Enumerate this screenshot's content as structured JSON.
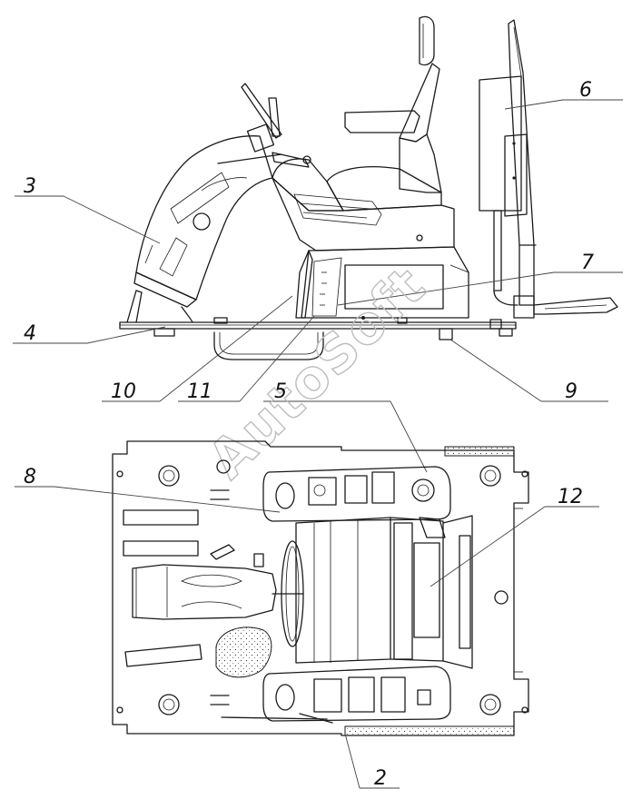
{
  "watermark": "AutoSoft",
  "callouts": [
    {
      "id": "c3",
      "label": "3"
    },
    {
      "id": "c4",
      "label": "4"
    },
    {
      "id": "c10",
      "label": "10"
    },
    {
      "id": "c11",
      "label": "11"
    },
    {
      "id": "c5",
      "label": "5"
    },
    {
      "id": "c6",
      "label": "6"
    },
    {
      "id": "c7",
      "label": "7"
    },
    {
      "id": "c9",
      "label": "9"
    },
    {
      "id": "c8",
      "label": "8"
    },
    {
      "id": "c12",
      "label": "12"
    },
    {
      "id": "c2",
      "label": "2"
    }
  ]
}
